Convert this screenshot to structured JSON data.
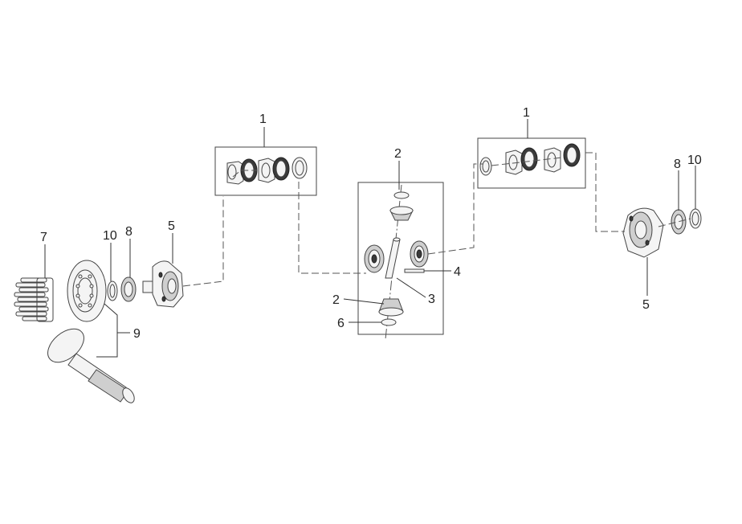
{
  "callouts": {
    "left_group_top": "1",
    "right_group_top": "1",
    "center_top_gear": "2",
    "center_bottom_gear": "2",
    "center_pin": "3",
    "center_small_pin": "4",
    "center_washer": "6",
    "left_housing": "5",
    "right_housing": "5",
    "left_bolts": "7",
    "left_ring_10": "10",
    "left_bearing_8": "8",
    "right_bearing_8": "8",
    "right_ring_10": "10",
    "gear_shaft": "9"
  },
  "colors": {
    "line": "#444444",
    "fill_light": "#f4f4f4",
    "fill_dark": "#3a3a3a",
    "background": "#ffffff"
  }
}
